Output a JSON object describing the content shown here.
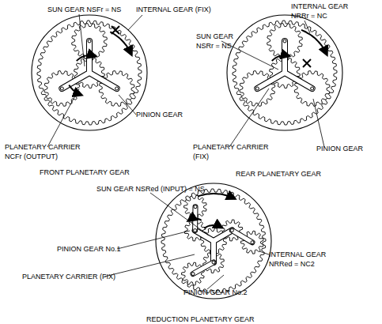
{
  "diagram": {
    "labels": [
      "SUN GEAR NSFr = NS",
      "INTERNAL GEAR (FIX)",
      "PINION GEAR",
      "PLANETARY CARRIER NCFr (OUTPUT)",
      "FRONT PLANETARY GEAR",
      "INTERNAL GEAR NRRr = NC",
      "SUN GEAR NSRr = NS",
      "PLANETARY CARRIER (FIX)",
      "PINION GEAR",
      "REAR PLANETARY GEAR",
      "SUN GEAR NSRed (INPUT) = NS",
      "INTERNAL GEAR NRRed = NC2",
      "PINION GEAR No.1",
      "PLANETARY CARRIER (FIX)",
      "PINION GEAR No.2",
      "REDUCTION PLANETARY GEAR"
    ]
  }
}
